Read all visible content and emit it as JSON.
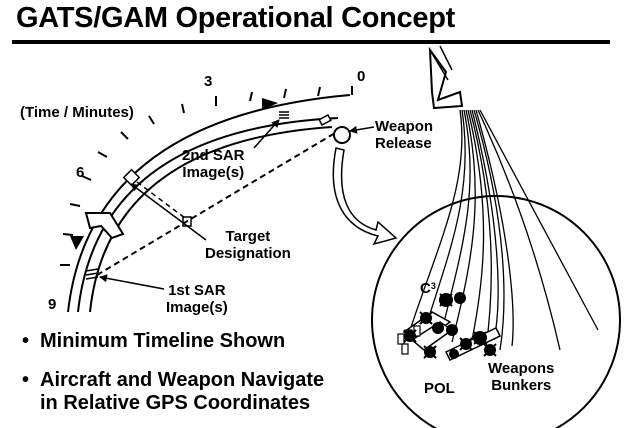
{
  "title": "GATS/GAM Operational Concept",
  "time_axis": {
    "label": "(Time / Minutes)",
    "ticks": [
      "0",
      "3",
      "6",
      "9"
    ]
  },
  "labels": {
    "weapon_release": [
      "Weapon",
      "Release"
    ],
    "sar2": [
      "2nd SAR",
      "Image(s)"
    ],
    "target_designation": [
      "Target",
      "Designation"
    ],
    "sar1": [
      "1st SAR",
      "Image(s)"
    ],
    "c3_base": "C",
    "c3_sup": "3",
    "pol": "POL",
    "bunkers": [
      "Weapons",
      "Bunkers"
    ]
  },
  "bullets": [
    [
      "Minimum Timeline Shown"
    ],
    [
      "Aircraft and Weapon Navigate",
      "in Relative GPS Coordinates"
    ]
  ],
  "bullet_symbol": "•"
}
